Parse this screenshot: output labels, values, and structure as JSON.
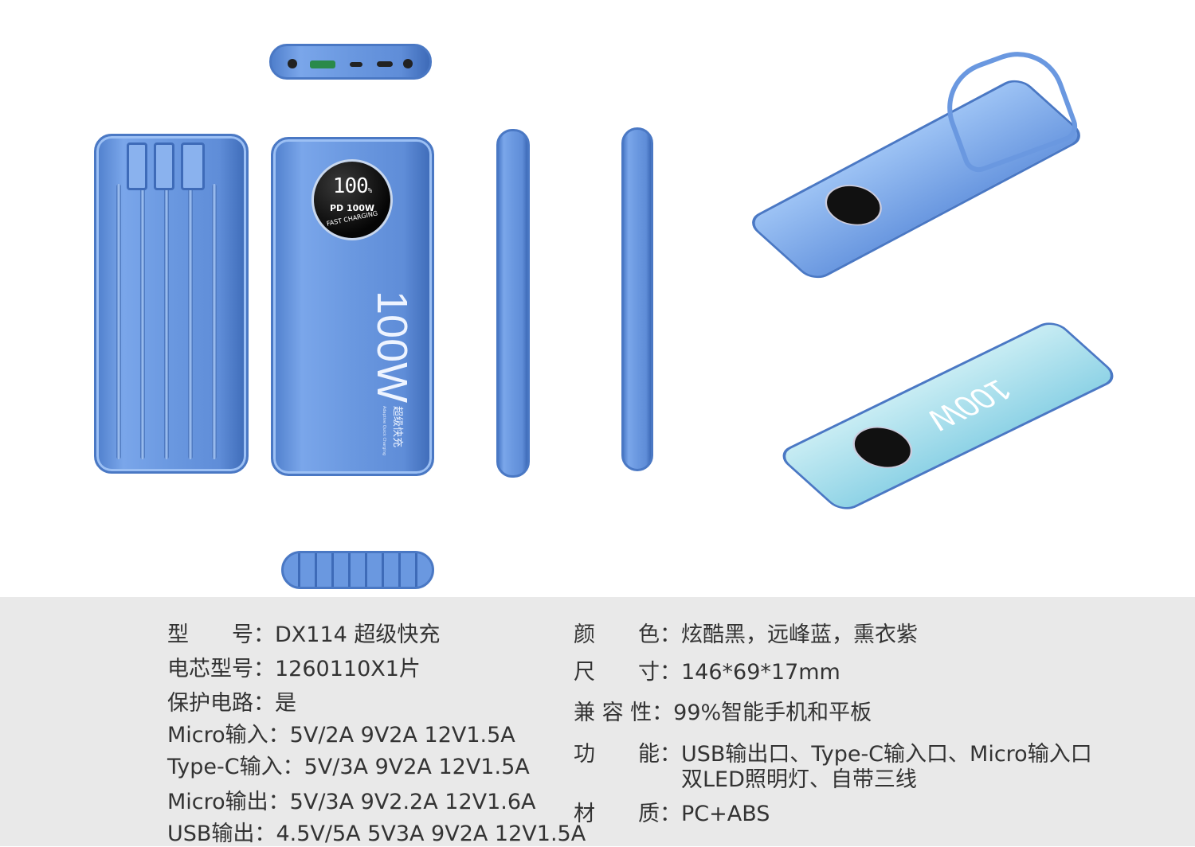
{
  "product_labels": {
    "screen_percent": "100",
    "screen_percent_sign": "%",
    "screen_pd": "PD 100W",
    "screen_fast": "FAST CHARGING",
    "wattage": "100W",
    "slogan_cn": "超级快充",
    "slogan_en": "Adaptive Quick Charging"
  },
  "colors": {
    "product_blue": "#6a98e0",
    "spec_background": "#e9e9e9",
    "text": "#333333"
  },
  "specs_left": [
    {
      "label": "型　　号：",
      "value": "DX114 超级快充"
    },
    {
      "label": "电芯型号：",
      "value": "1260110X1片"
    },
    {
      "label": "保护电路：",
      "value": "是"
    },
    {
      "label": "Micro输入：",
      "value": "5V/2A 9V2A 12V1.5A"
    },
    {
      "label": "Type-C输入：",
      "value": "5V/3A 9V2A 12V1.5A"
    },
    {
      "label": "Micro输出：",
      "value": "5V/3A 9V2.2A 12V1.6A"
    },
    {
      "label": "USB输出：",
      "value": "4.5V/5A 5V3A 9V2A 12V1.5A"
    }
  ],
  "specs_right": [
    {
      "label": "颜　　色：",
      "value": "炫酷黑，远峰蓝，熏衣紫"
    },
    {
      "label": "尺　　寸：",
      "value": "146*69*17mm"
    },
    {
      "label": "兼 容 性：",
      "value": "99%智能手机和平板"
    },
    {
      "label": "功　　能：",
      "value": "USB输出口、Type-C输入口、Micro输入口",
      "value2": "双LED照明灯、自带三线"
    },
    {
      "label": "材　　质：",
      "value": "PC+ABS"
    }
  ]
}
